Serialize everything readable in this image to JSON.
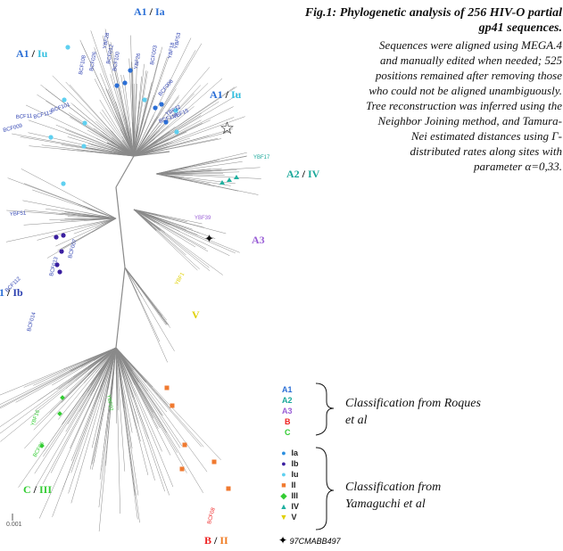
{
  "caption": {
    "title": "Fig.1: Phylogenetic analysis of 256 HIV-O partial gp41 sequences.",
    "description": "Sequences were aligned using MEGA.4 and manually edited when needed; 525 positions remained after removing those who could not be aligned unambiguously. Tree reconstruction was inferred using the Neighbor Joining method, and Tamura-Nei estimated distances using Γ-distributed rates along sites with parameter α=0,33."
  },
  "clades": [
    {
      "id": "a1-ia",
      "major": "A1",
      "minor": "Ia",
      "major_color": "#2b6fd6",
      "minor_color": "#2b6fd6"
    },
    {
      "id": "a1-iu-left",
      "major": "A1",
      "minor": "Iu",
      "major_color": "#2b6fd6",
      "minor_color": "#35c0e0"
    },
    {
      "id": "a1-iu-right",
      "major": "A1",
      "minor": "Iu",
      "major_color": "#2b6fd6",
      "minor_color": "#35c0e0"
    },
    {
      "id": "a2-iv",
      "major": "A2",
      "minor": "IV",
      "major_color": "#1aa89a",
      "minor_color": "#1aa89a"
    },
    {
      "id": "a3",
      "major": "A3",
      "minor": "",
      "major_color": "#9a5fd6",
      "minor_color": "#9a5fd6"
    },
    {
      "id": "a1-ib",
      "major": "1",
      "minor": "Ib",
      "major_color": "#2b6fd6",
      "minor_color": "#2b3fb0"
    },
    {
      "id": "v",
      "major": "V",
      "minor": "",
      "major_color": "#e0d000",
      "minor_color": "#e0d000"
    },
    {
      "id": "c-iii",
      "major": "C",
      "minor": "III",
      "major_color": "#33cc33",
      "minor_color": "#33cc33"
    },
    {
      "id": "b-ii",
      "major": "B",
      "minor": "II",
      "major_color": "#ee2222",
      "minor_color": "#f07a20"
    }
  ],
  "taxa": [
    {
      "name": "YBF53",
      "color": "#2b3fb0"
    },
    {
      "name": "BCF003",
      "color": "#2b3fb0"
    },
    {
      "name": "YBF18",
      "color": "#2b3fb0"
    },
    {
      "name": "YBF26",
      "color": "#2b3fb0"
    },
    {
      "name": "YBF28",
      "color": "#2b3fb0"
    },
    {
      "name": "BCF012",
      "color": "#2b3fb0"
    },
    {
      "name": "BCF100",
      "color": "#2b3fb0"
    },
    {
      "name": "BCF108",
      "color": "#2b3fb0"
    },
    {
      "name": "BCF026",
      "color": "#2b3fb0"
    },
    {
      "name": "BCF006",
      "color": "#2b3fb0"
    },
    {
      "name": "YBF32",
      "color": "#2b3fb0"
    },
    {
      "name": "YBF15",
      "color": "#2b3fb0"
    },
    {
      "name": "BCF119",
      "color": "#2b3fb0"
    },
    {
      "name": "BCF101",
      "color": "#2b3fb0"
    },
    {
      "name": "BCF113",
      "color": "#2b3fb0"
    },
    {
      "name": "BCF11",
      "color": "#2b3fb0"
    },
    {
      "name": "BCF009",
      "color": "#2b3fb0"
    },
    {
      "name": "YBF17",
      "color": "#1aa89a"
    },
    {
      "name": "YBF51",
      "color": "#2b3fb0"
    },
    {
      "name": "YBF39",
      "color": "#9a5fd6"
    },
    {
      "name": "BCF112",
      "color": "#2b3fb0"
    },
    {
      "name": "BCF013",
      "color": "#2b3fb0"
    },
    {
      "name": "BCF007",
      "color": "#2b3fb0"
    },
    {
      "name": "BCF014",
      "color": "#2b3fb0"
    },
    {
      "name": "YBF1",
      "color": "#e0d000"
    },
    {
      "name": "YBF02",
      "color": "#33cc33"
    },
    {
      "name": "YBF16",
      "color": "#33cc33"
    },
    {
      "name": "BCF06",
      "color": "#33cc33"
    },
    {
      "name": "BCF08",
      "color": "#ee2222"
    }
  ],
  "legend_roques": [
    {
      "label": "A1",
      "color": "#2b6fd6"
    },
    {
      "label": "A2",
      "color": "#1aa89a"
    },
    {
      "label": "A3",
      "color": "#9a5fd6"
    },
    {
      "label": "B",
      "color": "#ee2222"
    },
    {
      "label": "C",
      "color": "#33cc33"
    }
  ],
  "legend_yamaguchi": [
    {
      "label": "Ia",
      "symbol": "●",
      "color": "#2b8fe0"
    },
    {
      "label": "Ib",
      "symbol": "●",
      "color": "#3a1fa0"
    },
    {
      "label": "Iu",
      "symbol": "●",
      "color": "#5fd0f0"
    },
    {
      "label": "II",
      "symbol": "■",
      "color": "#f07a30"
    },
    {
      "label": "III",
      "symbol": "◆",
      "color": "#33cc33"
    },
    {
      "label": "IV",
      "symbol": "▲",
      "color": "#20b0a0"
    },
    {
      "label": "V",
      "symbol": "▼",
      "color": "#e0d000"
    }
  ],
  "classification_notes": {
    "roques": "Classification from Roques et al",
    "yamaguchi": "Classification from Yamaguchi et al"
  },
  "reference_strain": {
    "symbol": "✦",
    "label": "97CMABB497"
  },
  "special_marker": {
    "symbol": "☆"
  },
  "scale_bar": {
    "label": "0.001"
  }
}
